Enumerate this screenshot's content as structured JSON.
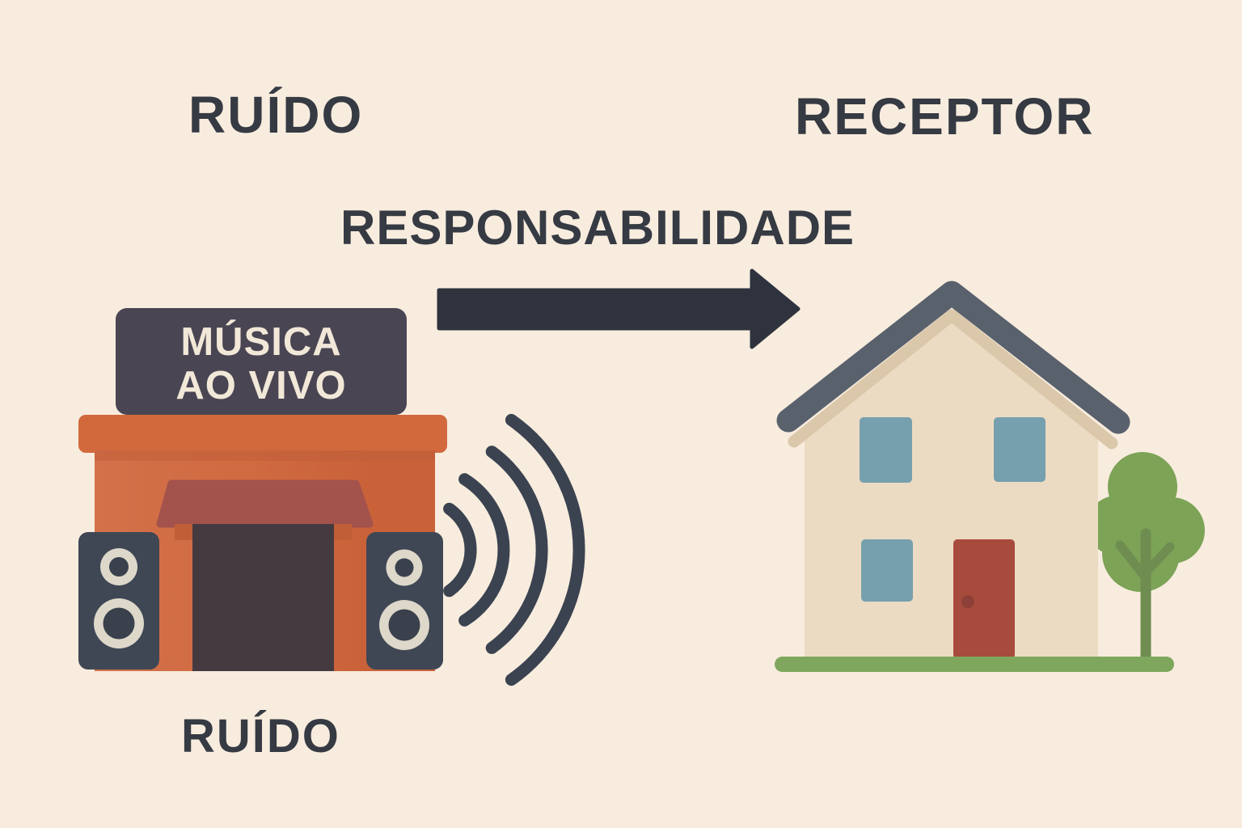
{
  "page": {
    "background_color": "#f8ecde",
    "description_labels_language": "pt-BR"
  },
  "labels": {
    "noise_source_title": "RUÍDO",
    "receptor_title": "RECEPTOR",
    "responsibility_title": "RESPONSABILIDADE",
    "noise_caption": "RUÍDO"
  },
  "venue": {
    "sign_line1": "MÚSICA",
    "sign_line2": "AO VIVO"
  },
  "icons": {
    "arrow": "arrow-right-icon",
    "venue": "music-venue-building-icon",
    "speakers": "speaker-icon",
    "sound_waves": "sound-waves-icon",
    "house": "house-icon",
    "tree": "tree-icon",
    "ground": "grass-strip-icon"
  },
  "colors": {
    "background": "#f8ecde",
    "text_dark": "#353a43",
    "arrow": "#2e333e",
    "sign_background": "#4a4553",
    "sign_text": "#f1e8d8",
    "venue_cornice_orange": "#d2693c",
    "venue_facade_orange": "#cd6840",
    "awning_red": "#a3524c",
    "awning_support_orange": "#c05e37",
    "venue_door_dark": "#463a41",
    "speaker_slate": "#3f4754",
    "speaker_ring_cream": "#ddd8ca",
    "speaker_hole_slate": "#3a414d",
    "sound_wave_slate": "#3b4350",
    "roof_slate": "#59616d",
    "roof_underside_tan": "#dbc8ab",
    "house_wall_beige": "#ecdbc3",
    "window_blue": "#76a0ae",
    "house_door_red": "#a74b3d",
    "door_knob": "#8d4038",
    "ground_green": "#7ea75d",
    "tree_crown_green": "#7ca356",
    "tree_trunk_green": "#6f8c51"
  }
}
